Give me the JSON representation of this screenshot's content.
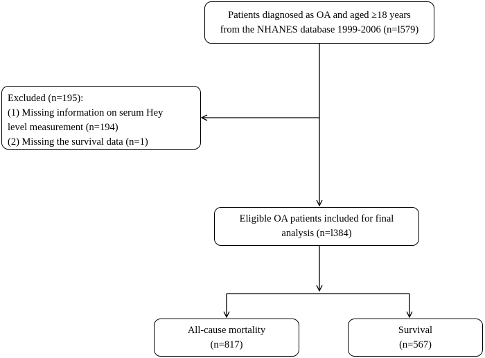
{
  "boxes": {
    "start": {
      "lines": [
        "Patients diagnosed as OA and aged ≥18 years",
        "from the NHANES database 1999-2006 (n=l579)"
      ]
    },
    "excluded": {
      "lines": [
        "Excluded (n=195):",
        "(1) Missing information on serum Hey",
        "level measurement (n=194)",
        "(2) Missing the survival data (n=1)"
      ]
    },
    "eligible": {
      "lines": [
        "Eligible OA patients included for final",
        "analysis (n=l384)"
      ]
    },
    "mortality": {
      "lines": [
        "All-cause mortality",
        "(n=817)"
      ]
    },
    "survival": {
      "lines": [
        "Survival",
        "(n=567)"
      ]
    }
  },
  "colors": {
    "stroke": "#000000",
    "background": "#ffffff"
  }
}
